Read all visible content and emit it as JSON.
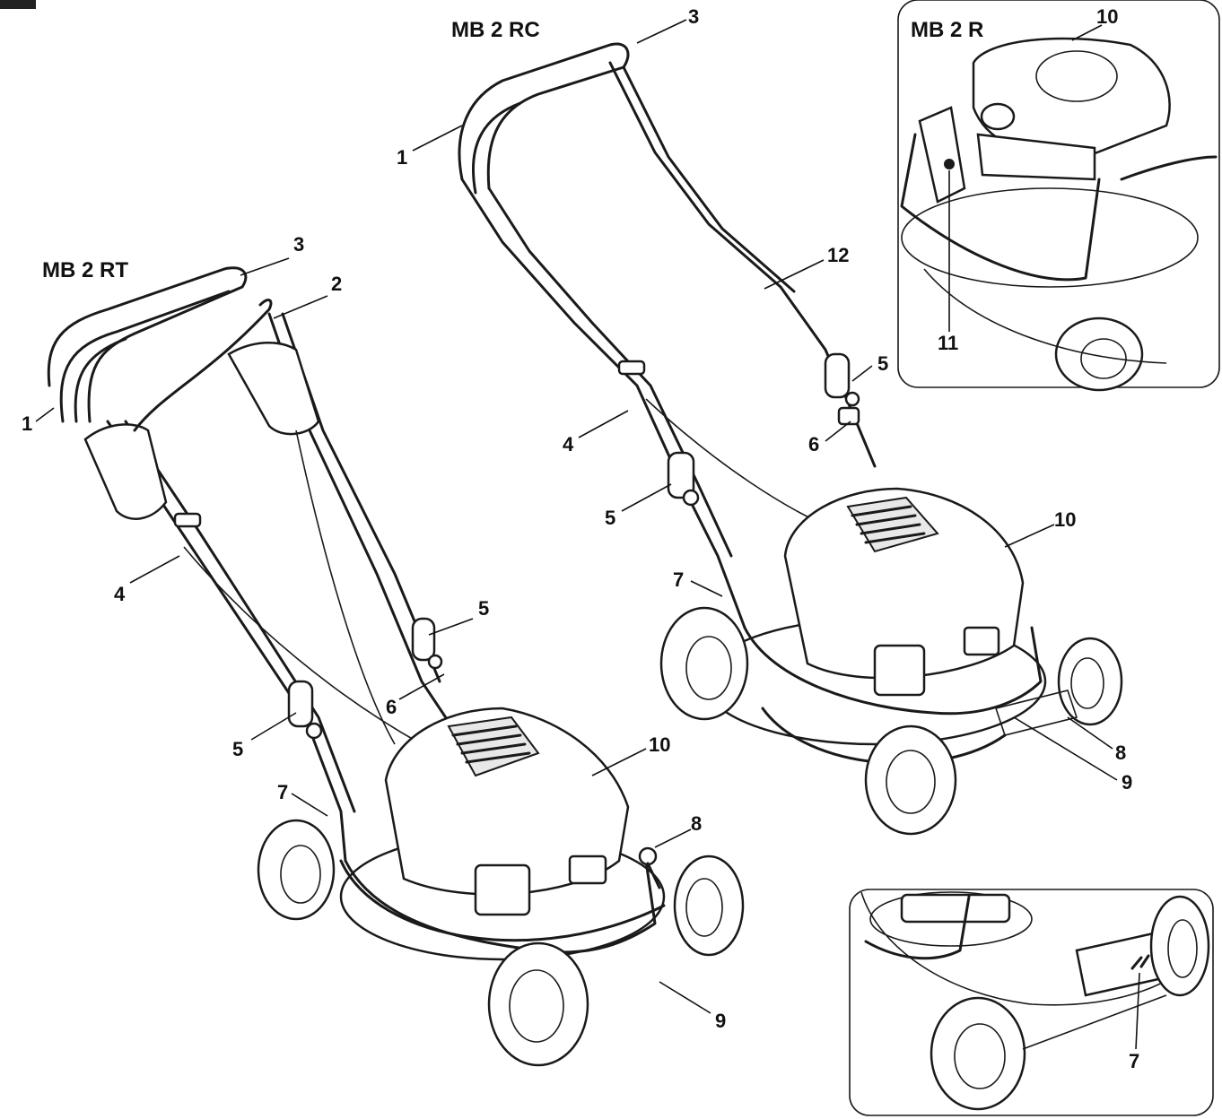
{
  "models": {
    "rt": "MB 2 RT",
    "rc": "MB 2 RC",
    "r": "MB 2 R"
  },
  "callouts": {
    "rt": [
      "1",
      "2",
      "3",
      "4",
      "5",
      "5",
      "6",
      "7",
      "8",
      "9",
      "10"
    ],
    "rc": [
      "1",
      "3",
      "12",
      "4",
      "5",
      "5",
      "6",
      "7",
      "10",
      "8",
      "9"
    ],
    "r_inset": [
      "10",
      "11"
    ],
    "rear_inset": [
      "7"
    ]
  }
}
